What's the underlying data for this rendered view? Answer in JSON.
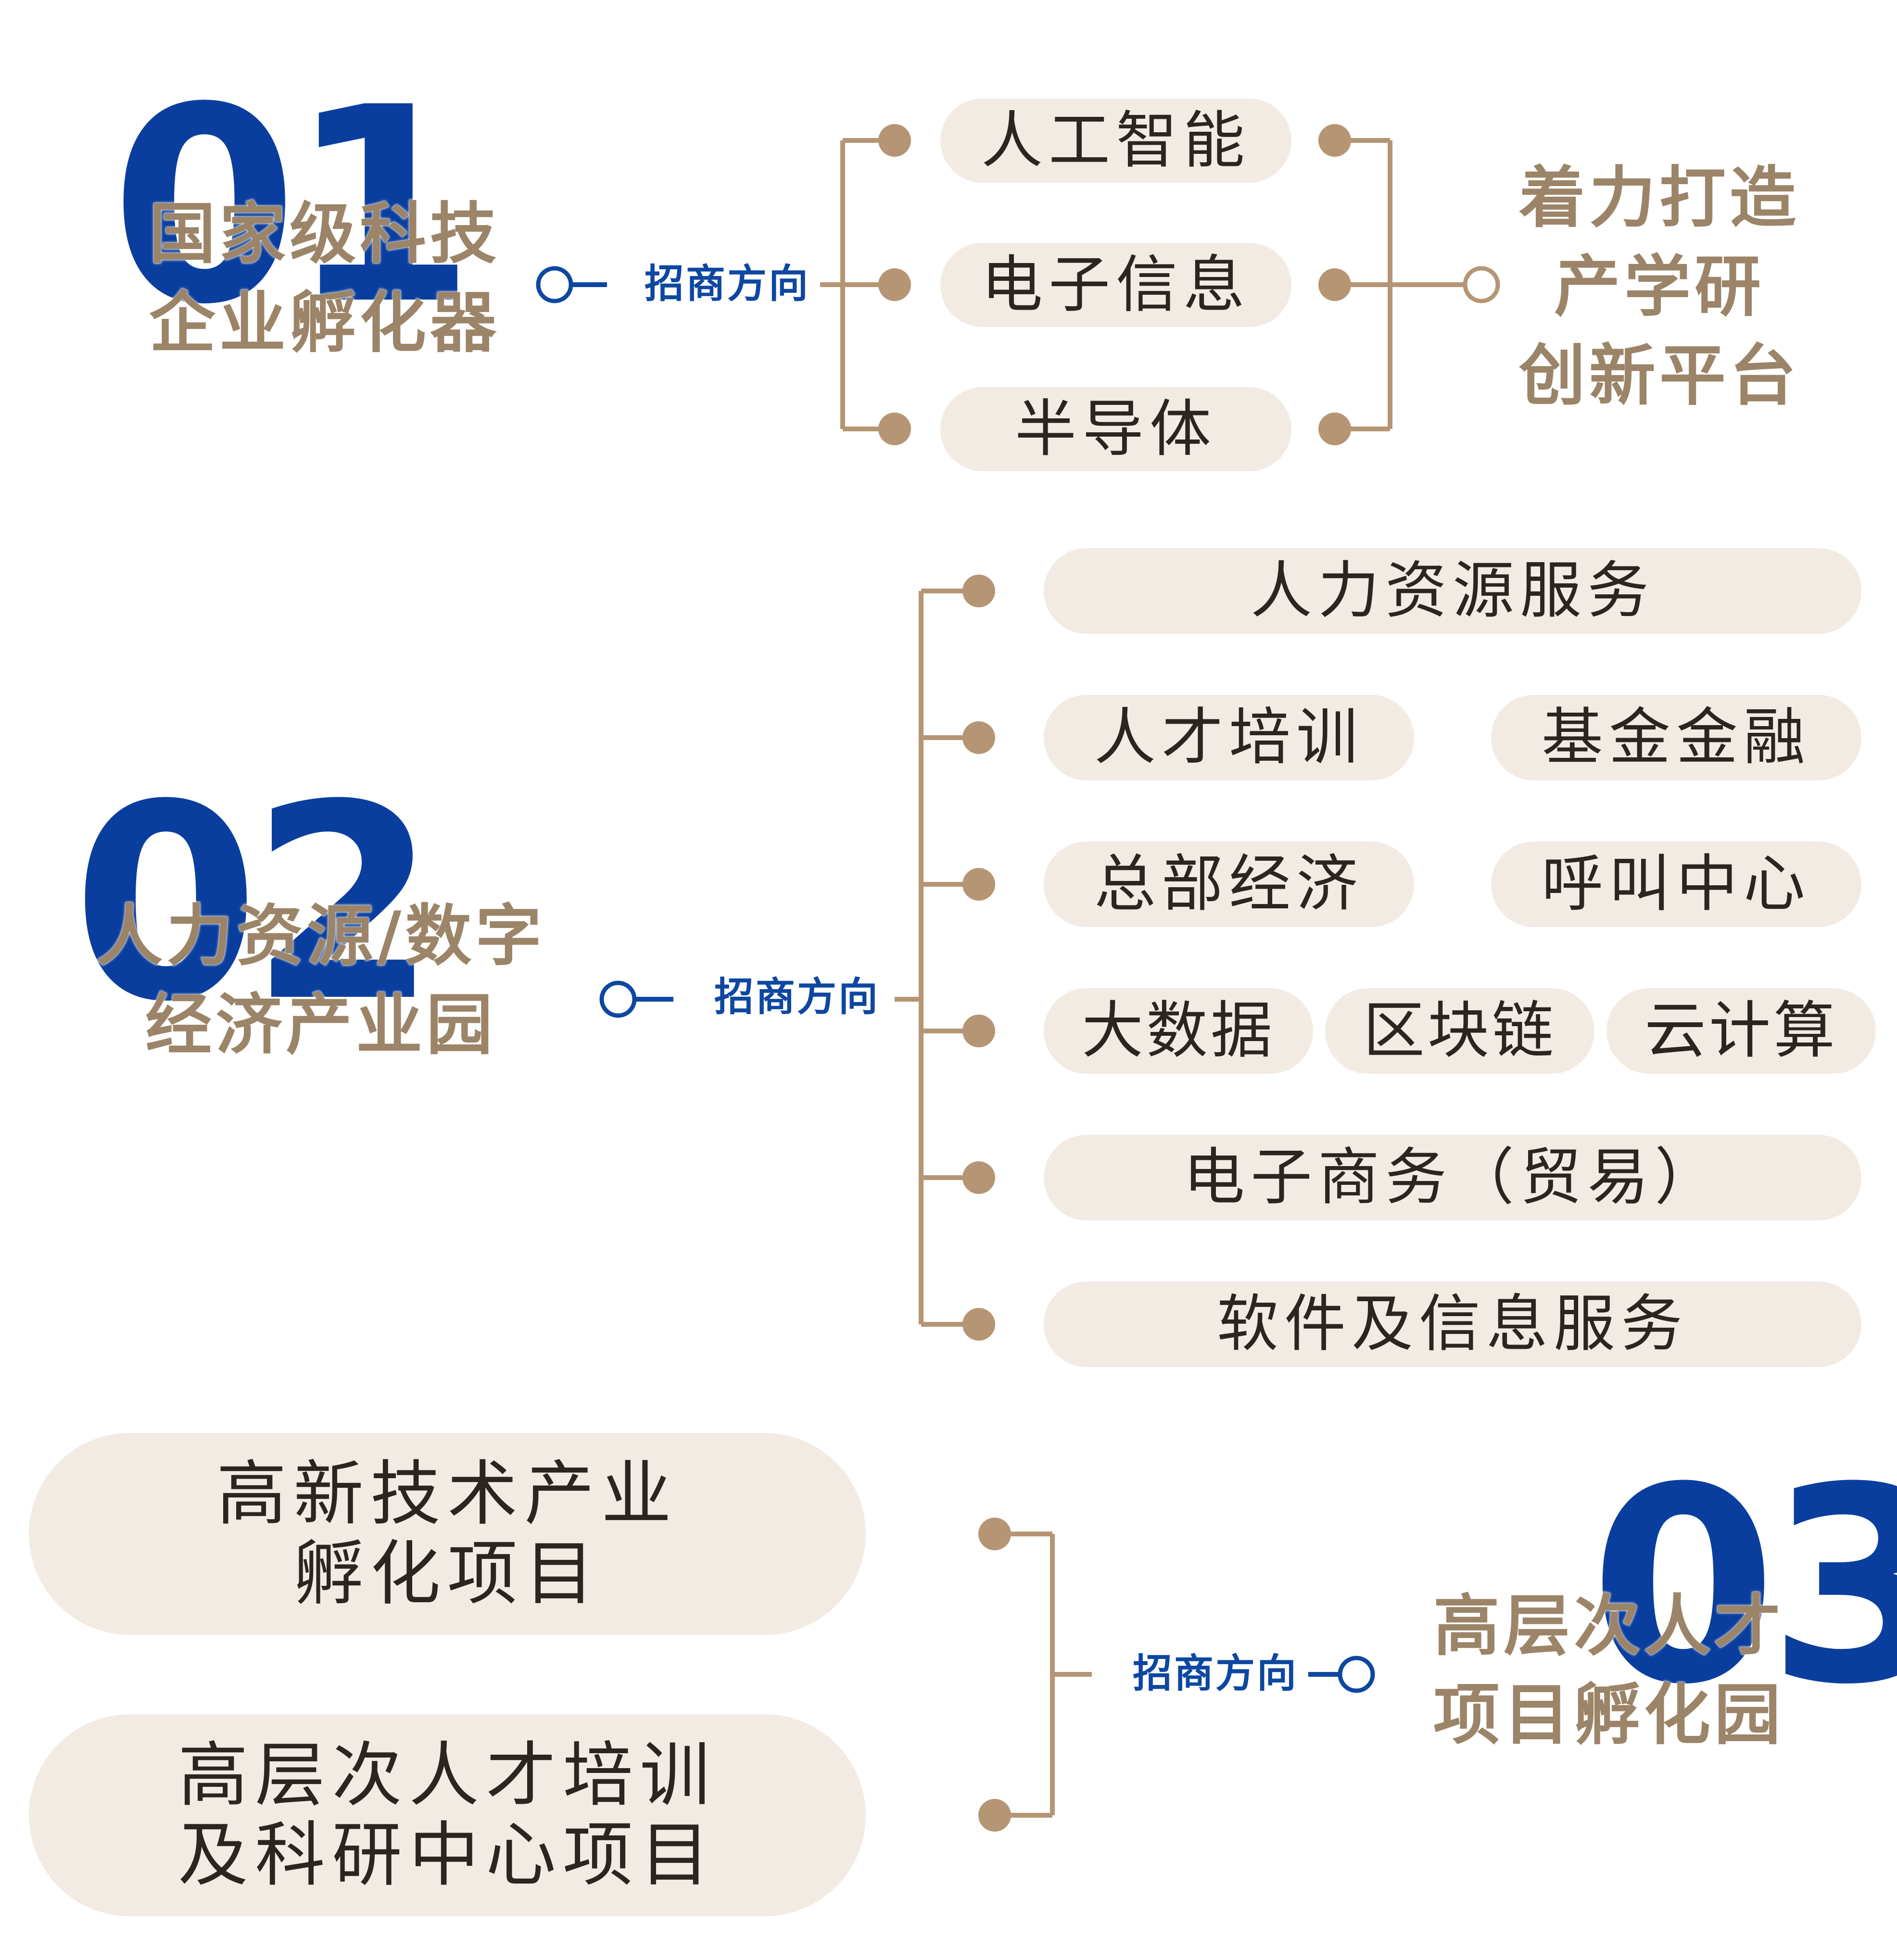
{
  "colors": {
    "accent_brown": "#b59574",
    "title_brown": "#9c8468",
    "number_blue": "#0a3e9e",
    "label_blue": "#0d47a1",
    "pill_bg": "#f2ebe4",
    "pill_text": "#2b2420"
  },
  "section1": {
    "number": "01",
    "title_lines": [
      "国家级科技",
      "企业孵化器"
    ],
    "direction_label": "招商方向",
    "items": [
      "人工智能",
      "电子信息",
      "半导体"
    ],
    "goal_lines": [
      "着力打造",
      "产学研",
      "创新平台"
    ]
  },
  "section2": {
    "number": "02",
    "title_lines": [
      "人力资源/数字",
      "经济产业园"
    ],
    "direction_label": "招商方向",
    "rows": [
      [
        "人力资源服务"
      ],
      [
        "人才培训",
        "基金金融"
      ],
      [
        "总部经济",
        "呼叫中心"
      ],
      [
        "大数据",
        "区块链",
        "云计算"
      ],
      [
        "电子商务（贸易）"
      ],
      [
        "软件及信息服务"
      ]
    ]
  },
  "section3": {
    "number": "03",
    "title_lines": [
      "高层次人才",
      "项目孵化园"
    ],
    "direction_label": "招商方向",
    "projects": [
      [
        "高新技术产业",
        "孵化项目"
      ],
      [
        "高层次人才培训",
        "及科研中心项目"
      ]
    ]
  }
}
